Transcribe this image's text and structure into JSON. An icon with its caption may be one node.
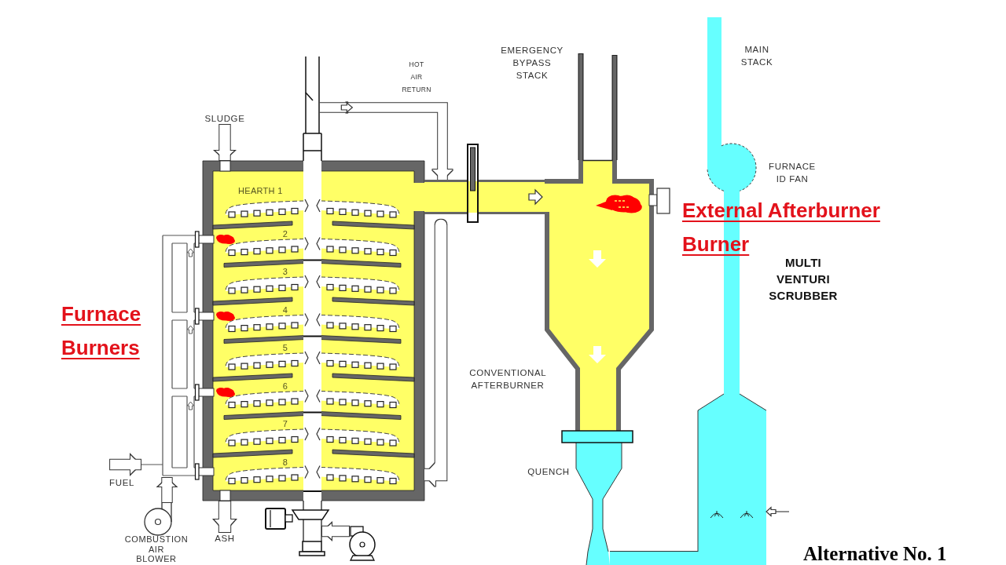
{
  "diagram": {
    "title": "Alternative No. 1",
    "nodes": [
      {
        "text": [
          "HEARTH 1",
          "2",
          "3",
          "4",
          "5",
          "6",
          "7",
          "8"
        ]
      },
      {
        "text": [],
        "shape": "bar"
      },
      {
        "text": [
          "SLUDGE"
        ]
      },
      {
        "text": [
          "FUEL"
        ]
      },
      {
        "text": [
          "COMBUSTION AIR BLOWER"
        ]
      },
      {
        "text": [
          "ASH"
        ]
      },
      {
        "text": [
          "CONVENTIONAL AFTERBURNER"
        ]
      },
      {
        "text": [
          "QUENCH"
        ]
      },
      {
        "text": [],
        "shape": "box"
      },
      {
        "text": [
          "FURNACE ID FAN"
        ]
      },
      {
        "text": [
          "MAIN STACK"
        ]
      },
      {
        "text": [],
        "shape": "picture"
      },
      {
        "text": [],
        "shape": "picture"
      }
    ],
    "edges": [
      {
        "from": 2,
        "to": 0,
        "arrow": "to"
      },
      {
        "from": 1,
        "to": 0,
        "arrow": "to",
        "label": "HOT AIR RETURN",
        "color": "#ffffff"
      },
      {
        "from": 3,
        "to": 12,
        "arrow": "to"
      },
      {
        "from": 4,
        "to": 12,
        "arrow": "to"
      },
      {
        "from": 0,
        "to": 5,
        "arrow": "to"
      },
      {
        "from": 0,
        "to": 6,
        "arrow": "to",
        "style": "thick",
        "color": "#ffff66"
      },
      {
        "from": null,
        "to": 0,
        "arrow": "to",
        "color": "#ffffff"
      },
      {
        "from": 7,
        "to": 8,
        "arrow": "none",
        "color": "#66ffff"
      },
      {
        "from": 8,
        "to": 9,
        "arrow": "none",
        "color": "#66ffff"
      },
      {
        "from": null,
        "to": 8,
        "arrow": "to",
        "color": "#333333"
      },
      {
        "from": 11,
        "to": 1,
        "arrow": "to"
      }
    ],
    "labels": [
      "EMERGENCY BYPASS STACK",
      "External Afterburner Burner",
      "MULTI VENTURI SCRUBBER",
      "Furnace Burners"
    ]
  }
}
